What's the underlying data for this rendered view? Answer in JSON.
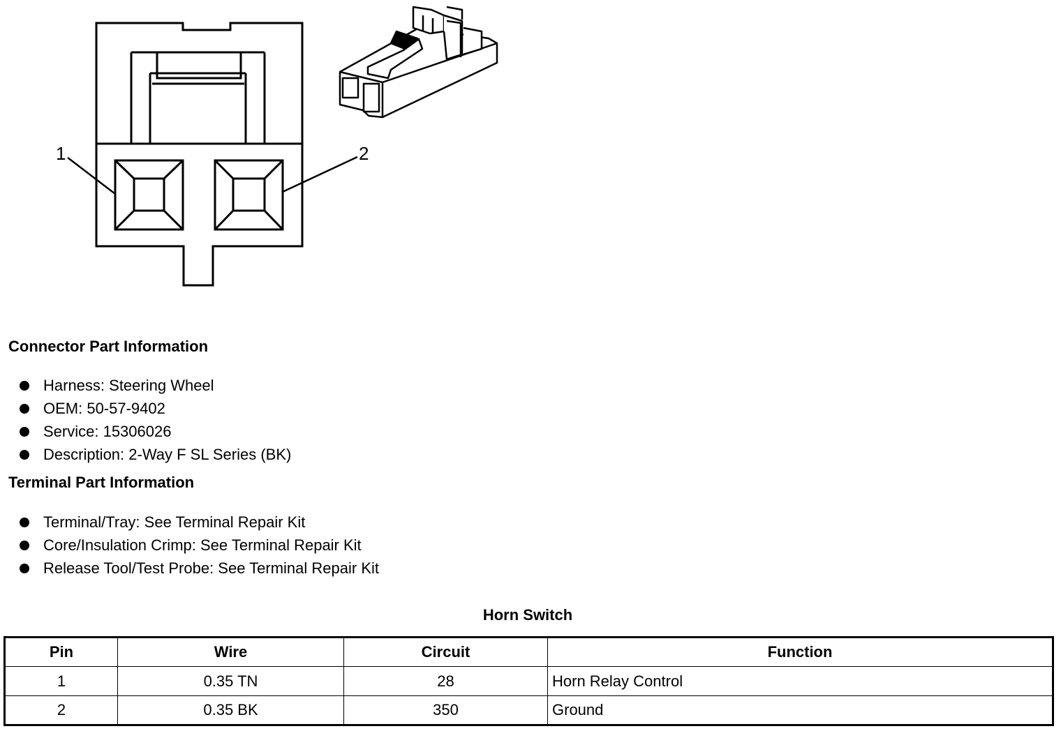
{
  "diagram": {
    "pin_labels": [
      "1",
      "2"
    ]
  },
  "connector_section": {
    "title": "Connector Part Information",
    "items": [
      "Harness: Steering Wheel",
      "OEM: 50-57-9402",
      "Service: 15306026",
      "Description: 2-Way F SL Series (BK)"
    ]
  },
  "terminal_section": {
    "title": "Terminal Part Information",
    "items": [
      "Terminal/Tray: See Terminal Repair Kit",
      "Core/Insulation Crimp: See Terminal Repair Kit",
      "Release Tool/Test Probe: See Terminal Repair Kit"
    ]
  },
  "table": {
    "caption": "Horn Switch",
    "headers": [
      "Pin",
      "Wire",
      "Circuit",
      "Function"
    ],
    "rows": [
      [
        "1",
        "0.35 TN",
        "28",
        "Horn Relay Control"
      ],
      [
        "2",
        "0.35 BK",
        "350",
        "Ground"
      ]
    ]
  }
}
